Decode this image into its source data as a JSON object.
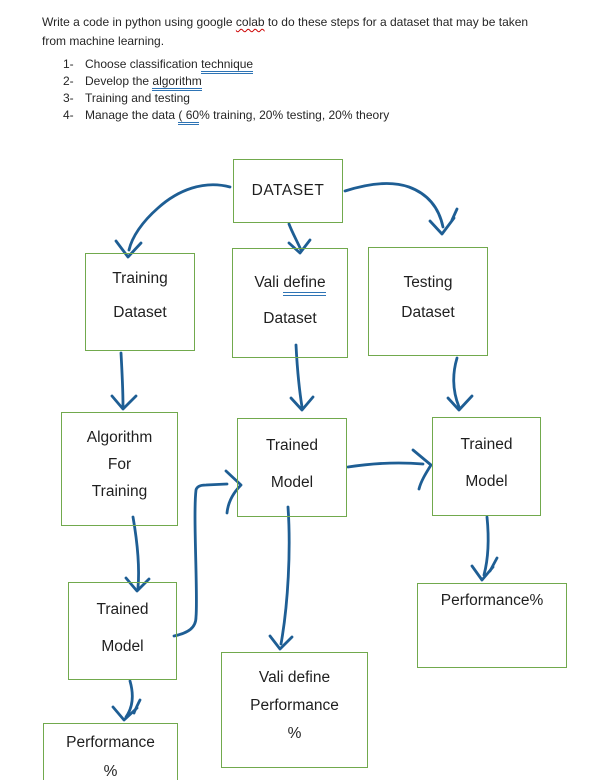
{
  "document": {
    "intro": {
      "pre": "Write a code in python using google ",
      "misspelled": "colab",
      "post_line1": " to do these steps for a dataset that may be taken",
      "line2": "from machine learning."
    },
    "list": [
      {
        "num": "1-",
        "pre": "Choose classification ",
        "underlined": "technique",
        "post": ""
      },
      {
        "num": "2-",
        "pre": "Develop the ",
        "underlined": "algorithm",
        "post": ""
      },
      {
        "num": "3-",
        "pre": "Training and testing",
        "underlined": "",
        "post": ""
      },
      {
        "num": "4-",
        "pre": "Manage the data ",
        "underlined": "( 60",
        "post": "% training, 20% testing, 20% theory"
      }
    ]
  },
  "diagram": {
    "nodes": {
      "dataset": {
        "label": "DATASET"
      },
      "training_dataset": {
        "line1": "Training",
        "line2": "Dataset"
      },
      "validation_dataset": {
        "line1_pre": "Vali ",
        "line1_word": "define",
        "line2": "Dataset"
      },
      "testing_dataset": {
        "line1": "Testing",
        "line2": "Dataset"
      },
      "algorithm_for_training": {
        "line1": "Algorithm",
        "line2": "For",
        "line3": "Training"
      },
      "trained_model_mid": {
        "line1": "Trained",
        "line2": "Model"
      },
      "trained_model_right": {
        "line1": "Trained",
        "line2": "Model"
      },
      "trained_model_bottom": {
        "line1": "Trained",
        "line2": "Model"
      },
      "performance_right": {
        "label": "Performance%"
      },
      "validation_performance": {
        "line1": "Vali define",
        "line2": "Performance",
        "line3": "%"
      },
      "performance_bottom": {
        "line1": "Performance",
        "line2": "%"
      }
    },
    "edges": [
      {
        "from": "dataset",
        "to": "training_dataset"
      },
      {
        "from": "dataset",
        "to": "validation_dataset"
      },
      {
        "from": "dataset",
        "to": "testing_dataset"
      },
      {
        "from": "training_dataset",
        "to": "algorithm_for_training"
      },
      {
        "from": "validation_dataset",
        "to": "trained_model_mid"
      },
      {
        "from": "testing_dataset",
        "to": "trained_model_right"
      },
      {
        "from": "algorithm_for_training",
        "to": "trained_model_bottom"
      },
      {
        "from": "trained_model_bottom",
        "to": "trained_model_mid"
      },
      {
        "from": "trained_model_mid",
        "to": "trained_model_right"
      },
      {
        "from": "trained_model_mid",
        "to": "validation_performance"
      },
      {
        "from": "trained_model_right",
        "to": "performance_right"
      },
      {
        "from": "trained_model_bottom",
        "to": "performance_bottom"
      }
    ]
  },
  "colors": {
    "box_border": "#71a94d",
    "arrow_blue": "#1e5e94",
    "grammar_underline": "#2e74b5",
    "spellcheck_red": "#cc0000",
    "text": "#262626",
    "background": "#ffffff"
  }
}
